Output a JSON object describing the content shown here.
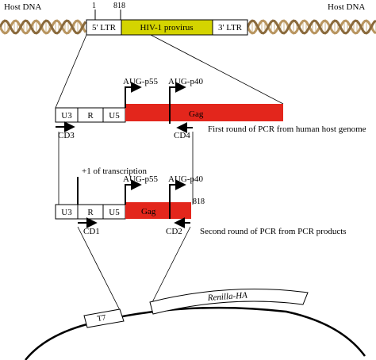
{
  "top": {
    "host_dna_left": "Host DNA",
    "host_dna_right": "Host DNA",
    "pos_1": "1",
    "pos_818": "818",
    "ltr5": "5' LTR",
    "provirus": "HIV-1 provirus",
    "ltr3": "3' LTR"
  },
  "round1": {
    "u3": "U3",
    "r": "R",
    "u5": "U5",
    "gag": "Gag",
    "aug_p55": "AUG-p55",
    "aug_p40": "AUG-p40",
    "primer_fwd": "CD3",
    "primer_rev": "CD4",
    "caption": "First round of PCR from human host genome"
  },
  "round2": {
    "txn_start": "+1 of transcription",
    "u3": "U3",
    "r": "R",
    "u5": "U5",
    "gag": "Gag",
    "aug_p55": "AUG-p55",
    "aug_p40": "AUG-p40",
    "pos_818": "818",
    "primer_fwd": "CD1",
    "primer_rev": "CD2",
    "caption": "Second round of PCR from PCR products"
  },
  "vector": {
    "t7": "T7",
    "reporter": "Renilla-HA"
  },
  "colors": {
    "provirus_fill": "#d4d400",
    "gag_fill": "#e3261c",
    "dna_strand_a": "#b89560",
    "dna_strand_b": "#8a6a3c",
    "dna_rungs": "#cdb488"
  }
}
